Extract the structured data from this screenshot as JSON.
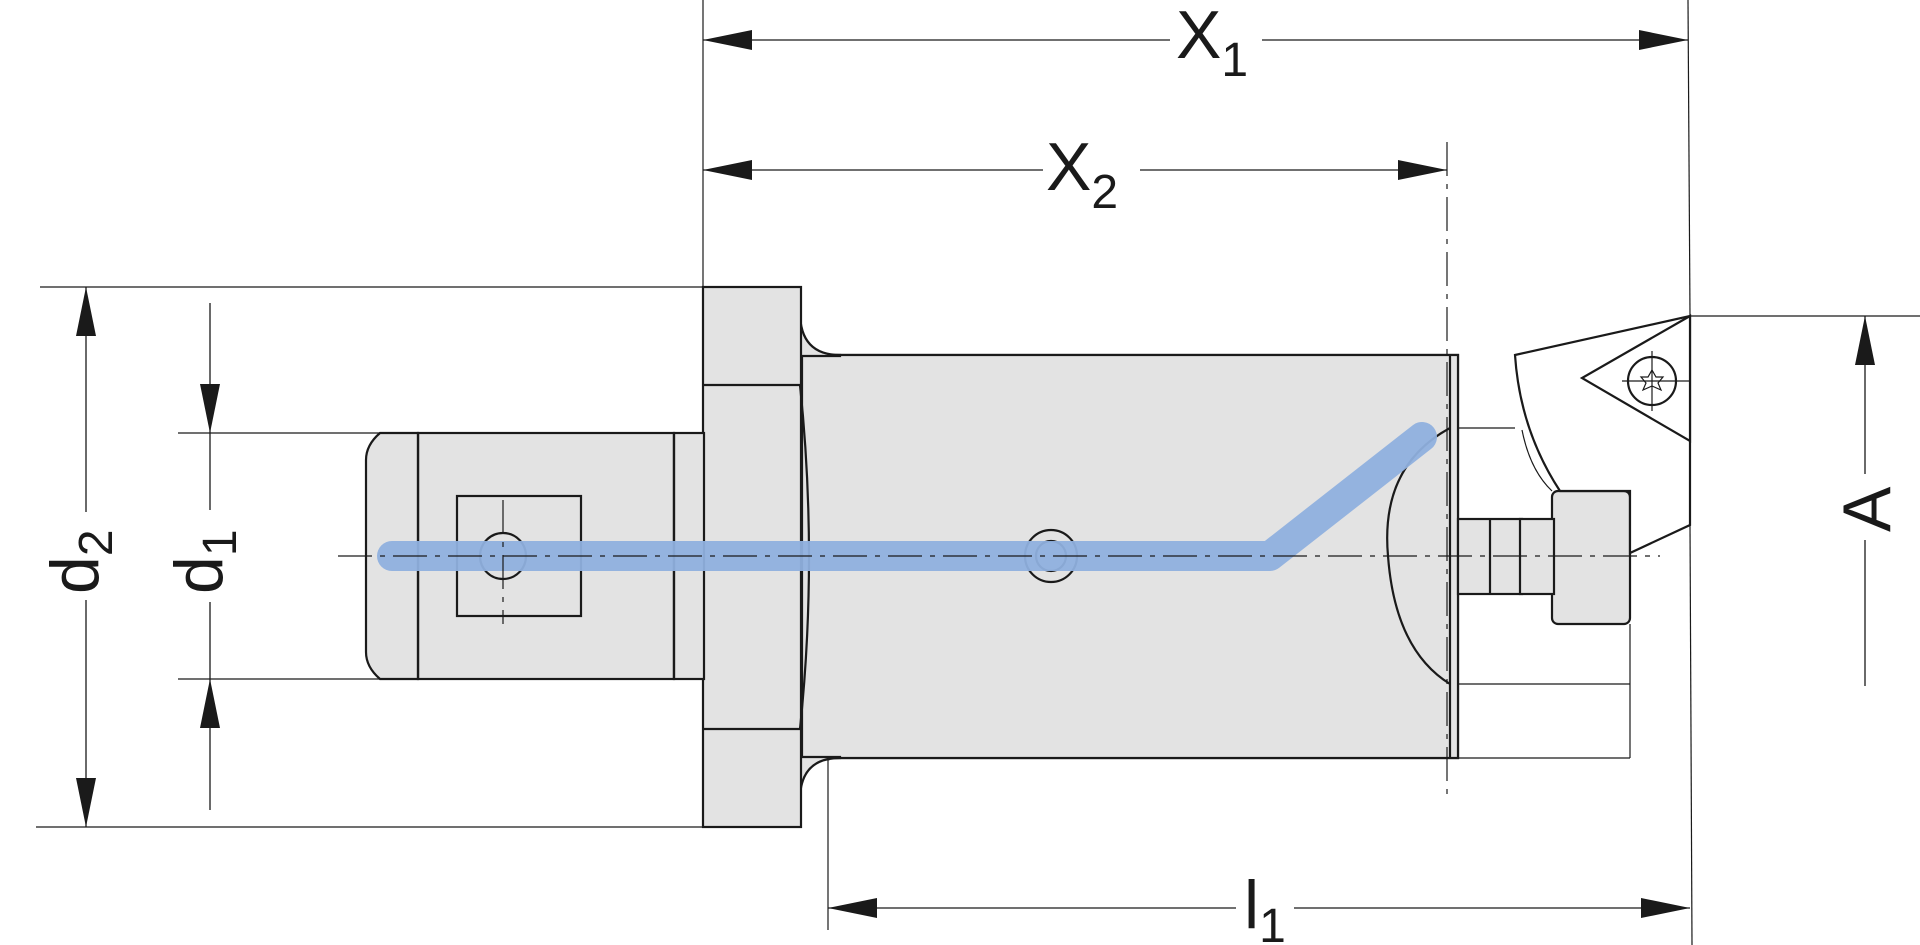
{
  "title": "Boring bar holder with coolant channel - dimension drawing",
  "colors": {
    "body": "#e3e3e3",
    "lines": "#1a1a1a",
    "coolant": "#8fb0de",
    "background": "#ffffff"
  },
  "labels": {
    "x1": {
      "main": "X",
      "sub": "1"
    },
    "x2": {
      "main": "X",
      "sub": "2"
    },
    "l1": {
      "main": "l",
      "sub": "1"
    },
    "d1": {
      "main": "d",
      "sub": "1"
    },
    "d2": {
      "main": "d",
      "sub": "2"
    },
    "a": {
      "main": "A"
    }
  }
}
